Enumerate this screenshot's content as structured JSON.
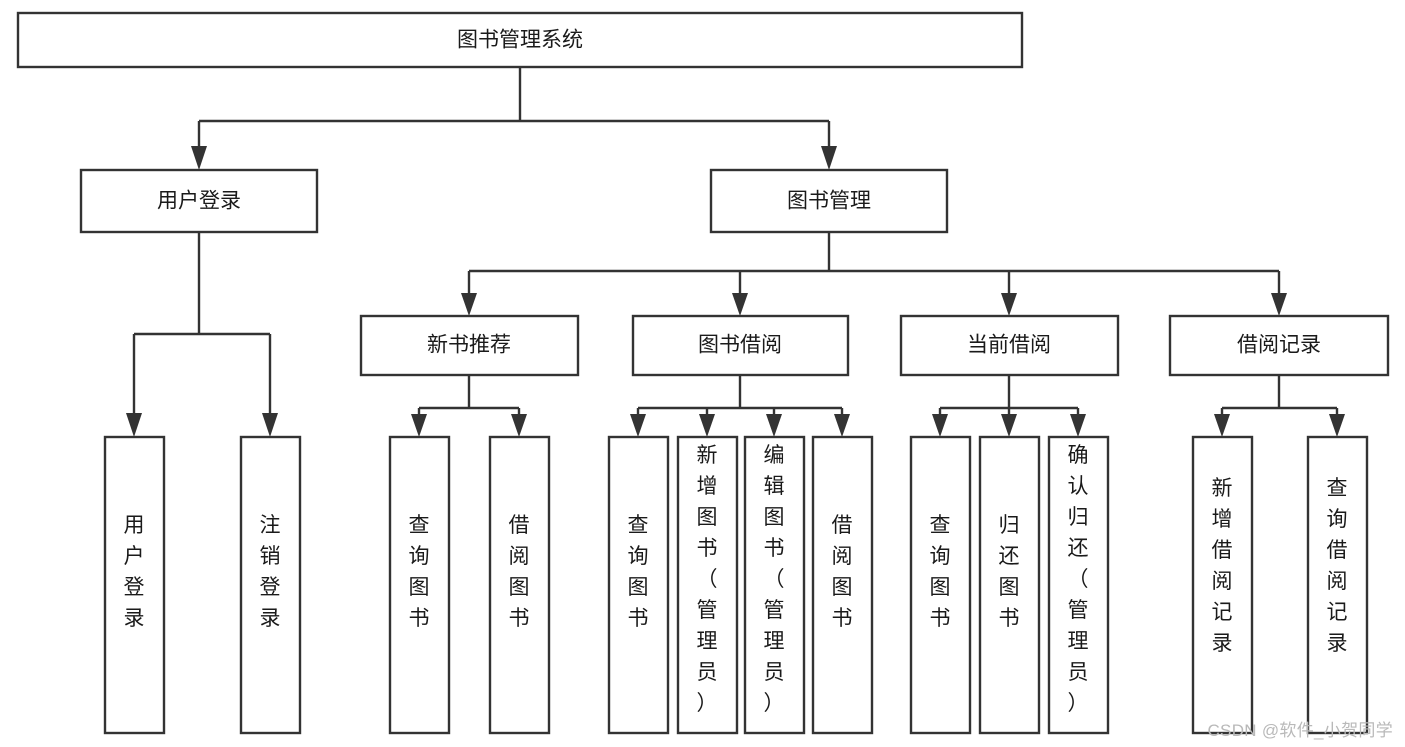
{
  "diagram": {
    "type": "tree",
    "title": "图书管理系统",
    "orientation": "top-down",
    "colors": {
      "box_fill": "#ffffff",
      "box_stroke": "#333333",
      "text": "#1a1a1a",
      "watermark": "#b9b9b9"
    },
    "levels": {
      "root": {
        "label": "图书管理系统",
        "text_orientation": "horizontal"
      },
      "level2": [
        {
          "label": "用户登录",
          "text_orientation": "horizontal"
        },
        {
          "label": "图书管理",
          "text_orientation": "horizontal"
        }
      ],
      "level3": [
        {
          "label": "新书推荐",
          "text_orientation": "horizontal",
          "parent": "图书管理"
        },
        {
          "label": "图书借阅",
          "text_orientation": "horizontal",
          "parent": "图书管理"
        },
        {
          "label": "当前借阅",
          "text_orientation": "horizontal",
          "parent": "图书管理"
        },
        {
          "label": "借阅记录",
          "text_orientation": "horizontal",
          "parent": "图书管理"
        }
      ],
      "leaves": [
        {
          "label": "用户登录",
          "lines": [
            "用",
            "户",
            "登",
            "录"
          ],
          "parent": "用户登录",
          "text_orientation": "vertical"
        },
        {
          "label": "注销登录",
          "lines": [
            "注",
            "销",
            "登",
            "录"
          ],
          "parent": "用户登录",
          "text_orientation": "vertical"
        },
        {
          "label": "查询图书",
          "lines": [
            "查",
            "询",
            "图",
            "书"
          ],
          "parent": "新书推荐",
          "text_orientation": "vertical"
        },
        {
          "label": "借阅图书",
          "lines": [
            "借",
            "阅",
            "图",
            "书"
          ],
          "parent": "新书推荐",
          "text_orientation": "vertical"
        },
        {
          "label": "查询图书",
          "lines": [
            "查",
            "询",
            "图",
            "书"
          ],
          "parent": "图书借阅",
          "text_orientation": "vertical"
        },
        {
          "label": "新增图书（管理员）",
          "lines": [
            "新",
            "增",
            "图",
            "书",
            "（",
            "管",
            "理",
            "员",
            "）"
          ],
          "parent": "图书借阅",
          "text_orientation": "vertical"
        },
        {
          "label": "编辑图书（管理员）",
          "lines": [
            "编",
            "辑",
            "图",
            "书",
            "（",
            "管",
            "理",
            "员",
            "）"
          ],
          "parent": "图书借阅",
          "text_orientation": "vertical"
        },
        {
          "label": "借阅图书",
          "lines": [
            "借",
            "阅",
            "图",
            "书"
          ],
          "parent": "图书借阅",
          "text_orientation": "vertical"
        },
        {
          "label": "查询图书",
          "lines": [
            "查",
            "询",
            "图",
            "书"
          ],
          "parent": "当前借阅",
          "text_orientation": "vertical"
        },
        {
          "label": "归还图书",
          "lines": [
            "归",
            "还",
            "图",
            "书"
          ],
          "parent": "当前借阅",
          "text_orientation": "vertical"
        },
        {
          "label": "确认归还（管理员）",
          "lines": [
            "确",
            "认",
            "归",
            "还",
            "（",
            "管",
            "理",
            "员",
            "）"
          ],
          "parent": "当前借阅",
          "text_orientation": "vertical"
        },
        {
          "label": "新增借阅记录",
          "lines": [
            "新",
            "增",
            "借",
            "阅",
            "记",
            "录"
          ],
          "parent": "借阅记录",
          "text_orientation": "vertical"
        },
        {
          "label": "查询借阅记录",
          "lines": [
            "查",
            "询",
            "借",
            "阅",
            "记",
            "录"
          ],
          "parent": "借阅记录",
          "text_orientation": "vertical"
        }
      ]
    }
  },
  "watermark": {
    "text": "CSDN @软件_小贺同学"
  }
}
